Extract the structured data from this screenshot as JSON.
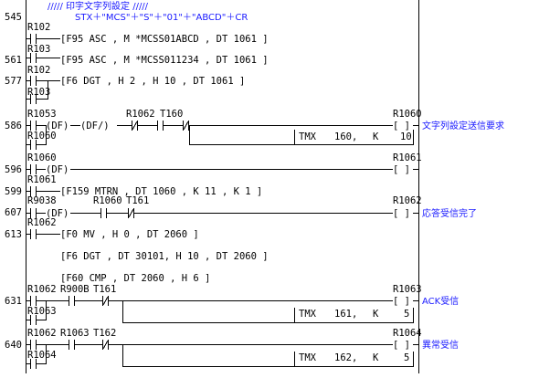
{
  "comment": {
    "line1": "/////  印字文字列設定  /////",
    "line2": "STX＋\"MCS\"＋\"S\"＋\"01\"＋\"ABCD\"＋CR"
  },
  "rows": [
    {
      "no": "545",
      "contact": "R102",
      "inst": "[F95 ASC    , M  *MCSS01ABCD    ,    DT 1061 ]",
      "contact2": "R103"
    },
    {
      "no": "561",
      "inst": "[F95 ASC    , M  *MCSS011234    ,    DT 1061 ]",
      "contact": "R102"
    },
    {
      "no": "577",
      "inst": "[F6 DGT     ,    H 2       ,    H 10      ,    DT 1061 ]",
      "contact2": "R103"
    },
    {
      "no": "586",
      "contact": "R1053",
      "df1": "(DF)",
      "df2": "(DF/)",
      "c2": "R1062",
      "c3": "T160",
      "coil": "R1060",
      "coil_comment": "文字列設定送信要求",
      "contact2": "R1060",
      "tmx": "TMX",
      "tmx_no": "160,",
      "tmx_k": "K",
      "tmx_val": "10"
    },
    {
      "no": "596",
      "contact": "R1060",
      "df": "(DF)",
      "coil": "R1061"
    },
    {
      "no": "599",
      "contact": "R1061",
      "inst": "[F159 MTRN   ,   DT 1060   ,   K 11    ,   K 1     ]"
    },
    {
      "no": "607",
      "contact": "R9038",
      "df": "(DF)",
      "c2": "R1060",
      "c3": "T161",
      "coil": "R1062",
      "coil_comment": "応答受信完了",
      "contact2": "R1062"
    },
    {
      "no": "613",
      "inst": "[F0 MV      ,    H 0       ,    DT 2060 ]"
    },
    {
      "inst": "[F6 DGT     ,    DT 30101,    H 10      ,    DT 2060 ]"
    },
    {
      "inst": "[F60 CMP    ,    DT 2060   ,    H 6     ]"
    },
    {
      "no": "631",
      "contact": "R1062",
      "c2": "R900B",
      "c3": "T161",
      "coil": "R1063",
      "coil_comment": "ACK受信",
      "contact2": "R1063",
      "tmx": "TMX",
      "tmx_no": "161,",
      "tmx_k": "K",
      "tmx_val": "5"
    },
    {
      "no": "640",
      "contact": "R1062",
      "c2": "R1063",
      "c3": "T162",
      "coil": "R1064",
      "coil_comment": "異常受信",
      "contact2": "R1064",
      "tmx": "TMX",
      "tmx_no": "162,",
      "tmx_k": "K",
      "tmx_val": "5"
    }
  ],
  "colors": {
    "rail": "#000000",
    "comment": "#1a1aff",
    "text": "#000000"
  }
}
